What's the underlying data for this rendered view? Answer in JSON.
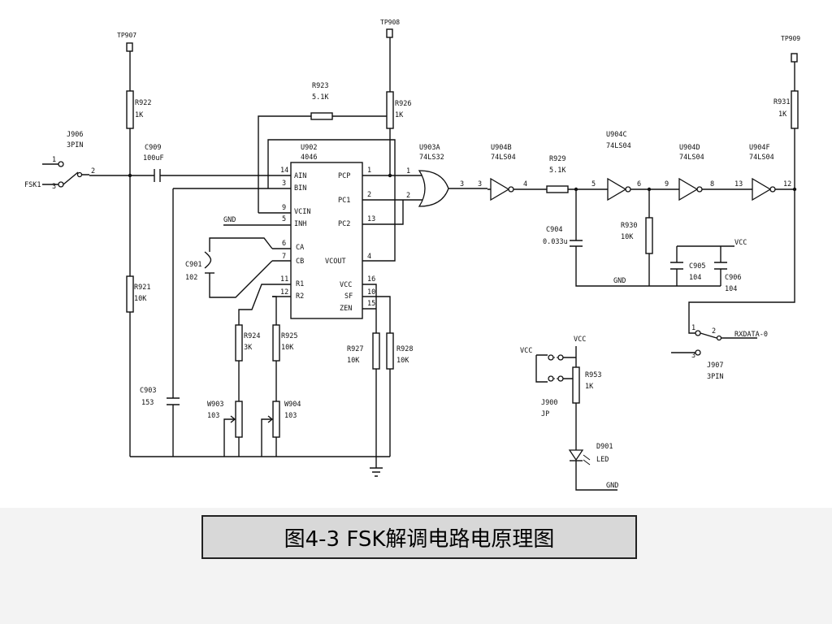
{
  "caption": "图4-3  FSK解调电路电原理图",
  "labels": {
    "tp907": "TP907",
    "tp908": "TP908",
    "tp909": "TP909",
    "r922": "R922",
    "r922v": "1K",
    "r923": "R923",
    "r923v": "5.1K",
    "r926": "R926",
    "r926v": "1K",
    "r931": "R931",
    "r931v": "1K",
    "j906": "J906",
    "j906v": "3PIN",
    "fsk1": "FSK1",
    "c909": "C909",
    "c909v": "100uF",
    "u902": "U902",
    "u902v": "4046",
    "u903a": "U903A",
    "u903av": "74LS32",
    "u904b": "U904B",
    "u904bv": "74LS04",
    "u904c": "U904C",
    "u904cv": "74LS04",
    "u904d": "U904D",
    "u904dv": "74LS04",
    "u904f": "U904F",
    "u904fv": "74LS04",
    "r929": "R929",
    "r929v": "5.1K",
    "c904": "C904",
    "c904v": "0.033u",
    "r930": "R930",
    "r930v": "10K",
    "c905": "C905",
    "c905v": "104",
    "c906": "C906",
    "c906v": "104",
    "gnd": "GND",
    "vcc": "VCC",
    "c901": "C901",
    "c901v": "102",
    "r921": "R921",
    "r921v": "10K",
    "c903": "C903",
    "c903v": "153",
    "r924": "R924",
    "r924v": "3K",
    "r925": "R925",
    "r925v": "10K",
    "r927": "R927",
    "r927v": "10K",
    "r928": "R928",
    "r928v": "10K",
    "w903": "W903",
    "w903v": "103",
    "w904": "W904",
    "w904v": "103",
    "j907": "J907",
    "j907v": "3PIN",
    "rxdata": "RXDATA-0",
    "j900": "J900",
    "j900v": "JP",
    "r953": "R953",
    "r953v": "1K",
    "d901": "D901",
    "d901v": "LED"
  },
  "ic_pins": {
    "ain": "AIN",
    "bin": "BIN",
    "vcin": "VCIN",
    "inh": "INH",
    "ca": "CA",
    "cb": "CB",
    "r1": "R1",
    "r2": "R2",
    "pcp": "PCP",
    "pc1": "PC1",
    "pc2": "PC2",
    "vcout": "VCOUT",
    "vcc": "VCC",
    "sf": "SF",
    "zen": "ZEN"
  },
  "pin_numbers": {
    "n14": "14",
    "n3": "3",
    "n9": "9",
    "n5": "5",
    "n6": "6",
    "n7": "7",
    "n11": "11",
    "n12": "12",
    "n1": "1",
    "n2": "2",
    "n13": "13",
    "n4": "4",
    "n16": "16",
    "n10": "10",
    "n15": "15",
    "j1": "1",
    "j2": "2",
    "j3": "3",
    "g1": "1",
    "g2": "2",
    "g3": "3",
    "b3": "3",
    "b4": "4",
    "c5": "5",
    "c6": "6",
    "d9": "9",
    "d8": "8",
    "f13": "13",
    "f12": "12",
    "k1": "1",
    "k2": "2",
    "k3": "3"
  }
}
